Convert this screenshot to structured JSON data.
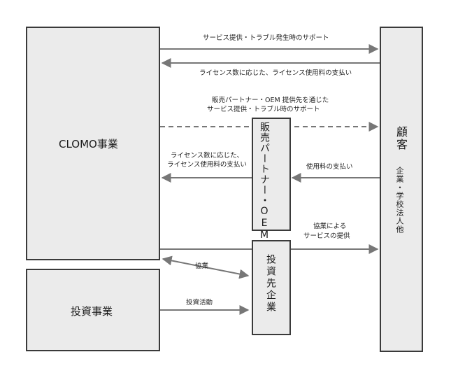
{
  "boxes": {
    "clomo": "CLOMO事業",
    "investment": "投資事業",
    "customer": "顧客",
    "customer_sub": "企業・学校法人他",
    "partner": "販売パートナー・OEM提供先",
    "invested": "投資先企業"
  },
  "labels": {
    "support": "サービス提供・トラブル発生時のサポート",
    "license_fee": "ライセンス数に応じた、ライセンス使用料の支払い",
    "partner_support_1": "販売パートナー・OEM 提供先を通じた",
    "partner_support_2": "サービス提供・トラブル時のサポート",
    "partner_license_1": "ライセンス数に応じた、",
    "partner_license_2": "ライセンス使用料の支払い",
    "usage_fee": "使用料の支払い",
    "collab_service_1": "協業による",
    "collab_service_2": "サービスの提供",
    "collab": "協業",
    "invest_activity": "投資活動"
  }
}
